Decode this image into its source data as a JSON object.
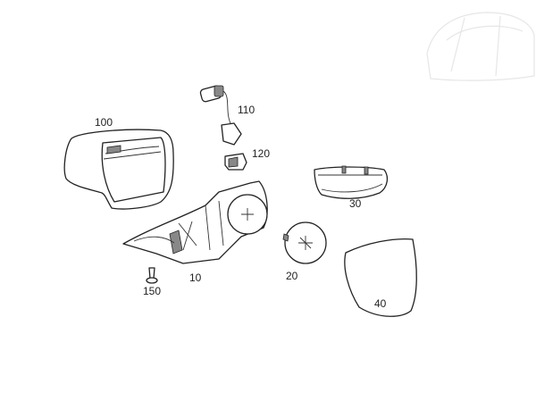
{
  "diagram": {
    "parts": [
      {
        "id": "100",
        "label": "100"
      },
      {
        "id": "110",
        "label": "110"
      },
      {
        "id": "120",
        "label": "120"
      },
      {
        "id": "30",
        "label": "30"
      },
      {
        "id": "10",
        "label": "10"
      },
      {
        "id": "150",
        "label": "150"
      },
      {
        "id": "20",
        "label": "20"
      },
      {
        "id": "40",
        "label": "40"
      }
    ]
  }
}
